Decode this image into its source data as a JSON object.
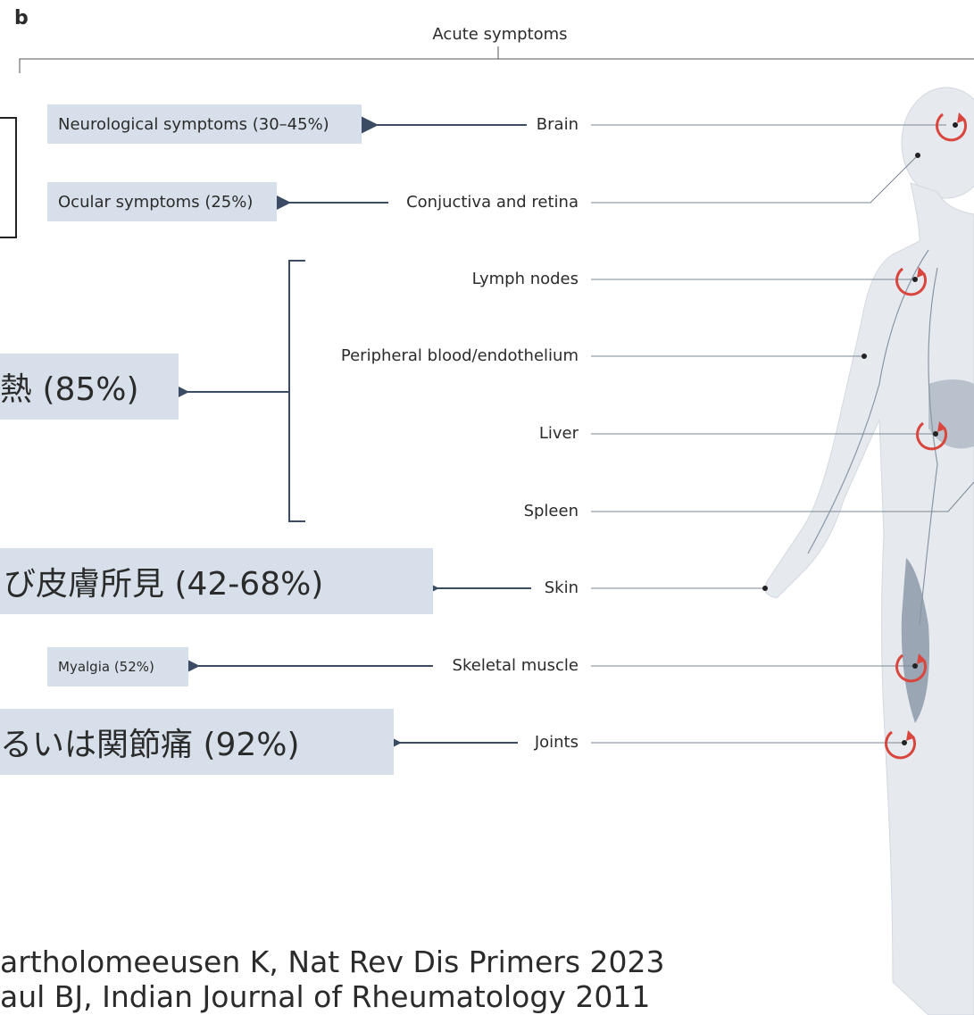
{
  "panel_label": "b",
  "header": "Acute symptoms",
  "symptoms": [
    {
      "text": "Neurological symptoms (30–45%)"
    },
    {
      "text": "Ocular symptoms  (25%)"
    },
    {
      "text": "熱 (85%)"
    },
    {
      "text": "び皮膚所見 (42-68%)"
    },
    {
      "text": "Myalgia (52%)"
    },
    {
      "text": "るいは関節痛 (92%)"
    }
  ],
  "organs": [
    {
      "text": "Brain"
    },
    {
      "text": "Conjuctiva and retina"
    },
    {
      "text": "Lymph nodes"
    },
    {
      "text": "Peripheral blood/endothelium"
    },
    {
      "text": "Liver"
    },
    {
      "text": "Spleen"
    },
    {
      "text": "Skin"
    },
    {
      "text": "Skeletal muscle"
    },
    {
      "text": "Joints"
    }
  ],
  "references": [
    "artholomeeusen K, Nat Rev Dis Primers 2023",
    "aul BJ, Indian Journal of Rheumatology 2011"
  ],
  "colors": {
    "chip": "#d7e0ea",
    "arrow": "#3a4b63",
    "replication": "#d9463e",
    "body": "#e6eaef"
  }
}
